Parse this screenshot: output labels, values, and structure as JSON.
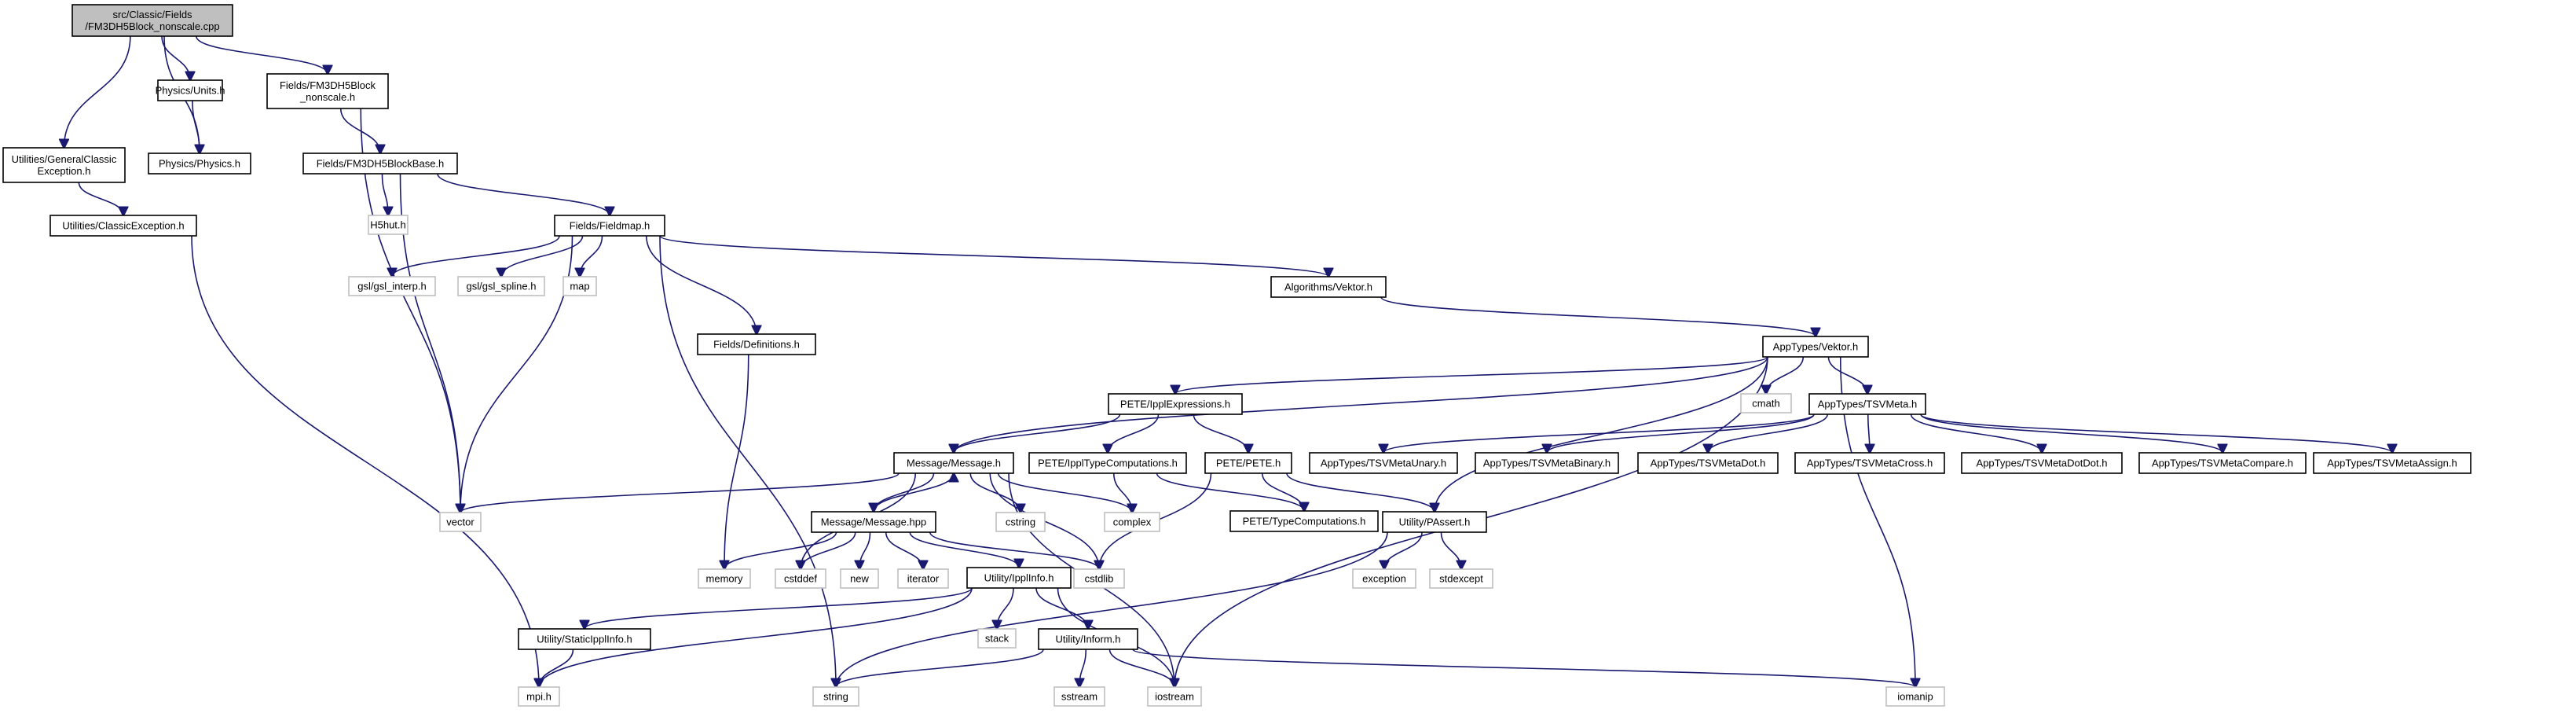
{
  "diagram_title": "",
  "colors": {
    "edge": "#191970",
    "node_border": "#000000",
    "external_border": "#bfbfbf",
    "root_fill": "#bfbfbf"
  },
  "nodes": [
    {
      "id": "root",
      "lines": [
        "src/Classic/Fields",
        "/FM3DH5Block_nonscale.cpp"
      ],
      "kind": "root"
    },
    {
      "id": "units",
      "lines": [
        "Physics/Units.h"
      ],
      "kind": "local"
    },
    {
      "id": "fmblock",
      "lines": [
        "Fields/FM3DH5Block",
        "_nonscale.h"
      ],
      "kind": "local"
    },
    {
      "id": "genexc",
      "lines": [
        "Utilities/GeneralClassic",
        "Exception.h"
      ],
      "kind": "local"
    },
    {
      "id": "physics",
      "lines": [
        "Physics/Physics.h"
      ],
      "kind": "local"
    },
    {
      "id": "fmbase",
      "lines": [
        "Fields/FM3DH5BlockBase.h"
      ],
      "kind": "local"
    },
    {
      "id": "classexc",
      "lines": [
        "Utilities/ClassicException.h"
      ],
      "kind": "local"
    },
    {
      "id": "h5hut",
      "lines": [
        "H5hut.h"
      ],
      "kind": "external"
    },
    {
      "id": "fieldmap",
      "lines": [
        "Fields/Fieldmap.h"
      ],
      "kind": "local"
    },
    {
      "id": "gslinterp",
      "lines": [
        "gsl/gsl_interp.h"
      ],
      "kind": "external"
    },
    {
      "id": "gslspline",
      "lines": [
        "gsl/gsl_spline.h"
      ],
      "kind": "external"
    },
    {
      "id": "map",
      "lines": [
        "map"
      ],
      "kind": "external"
    },
    {
      "id": "algvektor",
      "lines": [
        "Algorithms/Vektor.h"
      ],
      "kind": "local"
    },
    {
      "id": "defs",
      "lines": [
        "Fields/Definitions.h"
      ],
      "kind": "local"
    },
    {
      "id": "appvektor",
      "lines": [
        "AppTypes/Vektor.h"
      ],
      "kind": "local"
    },
    {
      "id": "ipplexpr",
      "lines": [
        "PETE/IpplExpressions.h"
      ],
      "kind": "local"
    },
    {
      "id": "cmath",
      "lines": [
        "cmath"
      ],
      "kind": "external"
    },
    {
      "id": "tsvmeta",
      "lines": [
        "AppTypes/TSVMeta.h"
      ],
      "kind": "local"
    },
    {
      "id": "message",
      "lines": [
        "Message/Message.h"
      ],
      "kind": "local"
    },
    {
      "id": "ippltype",
      "lines": [
        "PETE/IpplTypeComputations.h"
      ],
      "kind": "local"
    },
    {
      "id": "pete",
      "lines": [
        "PETE/PETE.h"
      ],
      "kind": "local"
    },
    {
      "id": "tsvunary",
      "lines": [
        "AppTypes/TSVMetaUnary.h"
      ],
      "kind": "local"
    },
    {
      "id": "tsvbinary",
      "lines": [
        "AppTypes/TSVMetaBinary.h"
      ],
      "kind": "local"
    },
    {
      "id": "tsvdot",
      "lines": [
        "AppTypes/TSVMetaDot.h"
      ],
      "kind": "local"
    },
    {
      "id": "tsvcross",
      "lines": [
        "AppTypes/TSVMetaCross.h"
      ],
      "kind": "local"
    },
    {
      "id": "tsvdotdot",
      "lines": [
        "AppTypes/TSVMetaDotDot.h"
      ],
      "kind": "local"
    },
    {
      "id": "tsvcompare",
      "lines": [
        "AppTypes/TSVMetaCompare.h"
      ],
      "kind": "local"
    },
    {
      "id": "tsvassign",
      "lines": [
        "AppTypes/TSVMetaAssign.h"
      ],
      "kind": "local"
    },
    {
      "id": "vector",
      "lines": [
        "vector"
      ],
      "kind": "external"
    },
    {
      "id": "messagehpp",
      "lines": [
        "Message/Message.hpp"
      ],
      "kind": "local"
    },
    {
      "id": "cstring",
      "lines": [
        "cstring"
      ],
      "kind": "external"
    },
    {
      "id": "complex",
      "lines": [
        "complex"
      ],
      "kind": "external"
    },
    {
      "id": "typecomp",
      "lines": [
        "PETE/TypeComputations.h"
      ],
      "kind": "local"
    },
    {
      "id": "passert",
      "lines": [
        "Utility/PAssert.h"
      ],
      "kind": "local"
    },
    {
      "id": "memory",
      "lines": [
        "memory"
      ],
      "kind": "external"
    },
    {
      "id": "cstddef",
      "lines": [
        "cstddef"
      ],
      "kind": "external"
    },
    {
      "id": "new",
      "lines": [
        "new"
      ],
      "kind": "external"
    },
    {
      "id": "iterator",
      "lines": [
        "iterator"
      ],
      "kind": "external"
    },
    {
      "id": "cstdlib",
      "lines": [
        "cstdlib"
      ],
      "kind": "external"
    },
    {
      "id": "ipplinfo",
      "lines": [
        "Utility/IpplInfo.h"
      ],
      "kind": "local"
    },
    {
      "id": "exception",
      "lines": [
        "exception"
      ],
      "kind": "external"
    },
    {
      "id": "stdexcept",
      "lines": [
        "stdexcept"
      ],
      "kind": "external"
    },
    {
      "id": "staticippl",
      "lines": [
        "Utility/StaticIpplInfo.h"
      ],
      "kind": "local"
    },
    {
      "id": "stack",
      "lines": [
        "stack"
      ],
      "kind": "external"
    },
    {
      "id": "inform",
      "lines": [
        "Utility/Inform.h"
      ],
      "kind": "local"
    },
    {
      "id": "mpi",
      "lines": [
        "mpi.h"
      ],
      "kind": "external"
    },
    {
      "id": "string",
      "lines": [
        "string"
      ],
      "kind": "external"
    },
    {
      "id": "sstream",
      "lines": [
        "sstream"
      ],
      "kind": "external"
    },
    {
      "id": "iostream",
      "lines": [
        "iostream"
      ],
      "kind": "external"
    },
    {
      "id": "iomanip",
      "lines": [
        "iomanip"
      ],
      "kind": "external"
    }
  ],
  "edges": [
    [
      "root",
      "units"
    ],
    [
      "root",
      "fmblock"
    ],
    [
      "root",
      "genexc"
    ],
    [
      "root",
      "physics"
    ],
    [
      "units",
      "physics"
    ],
    [
      "fmblock",
      "fmbase"
    ],
    [
      "fmblock",
      "vector"
    ],
    [
      "genexc",
      "classexc"
    ],
    [
      "classexc",
      "mpi"
    ],
    [
      "fmbase",
      "h5hut"
    ],
    [
      "fmbase",
      "fieldmap"
    ],
    [
      "fmbase",
      "vector"
    ],
    [
      "fieldmap",
      "gslinterp"
    ],
    [
      "fieldmap",
      "gslspline"
    ],
    [
      "fieldmap",
      "map"
    ],
    [
      "fieldmap",
      "algvektor"
    ],
    [
      "fieldmap",
      "defs"
    ],
    [
      "fieldmap",
      "vector"
    ],
    [
      "fieldmap",
      "string"
    ],
    [
      "algvektor",
      "appvektor"
    ],
    [
      "defs",
      "memory"
    ],
    [
      "appvektor",
      "ipplexpr"
    ],
    [
      "appvektor",
      "cmath"
    ],
    [
      "appvektor",
      "tsvmeta"
    ],
    [
      "appvektor",
      "message"
    ],
    [
      "appvektor",
      "passert"
    ],
    [
      "appvektor",
      "iostream"
    ],
    [
      "appvektor",
      "iomanip"
    ],
    [
      "ipplexpr",
      "message"
    ],
    [
      "ipplexpr",
      "ippltype"
    ],
    [
      "ipplexpr",
      "pete"
    ],
    [
      "tsvmeta",
      "tsvunary"
    ],
    [
      "tsvmeta",
      "tsvbinary"
    ],
    [
      "tsvmeta",
      "tsvdot"
    ],
    [
      "tsvmeta",
      "tsvcross"
    ],
    [
      "tsvmeta",
      "tsvdotdot"
    ],
    [
      "tsvmeta",
      "tsvcompare"
    ],
    [
      "tsvmeta",
      "tsvassign"
    ],
    [
      "message",
      "vector"
    ],
    [
      "message",
      "messagehpp"
    ],
    [
      "message",
      "cstring"
    ],
    [
      "message",
      "complex"
    ],
    [
      "message",
      "cstddef"
    ],
    [
      "message",
      "cstdlib"
    ],
    [
      "message",
      "iostream"
    ],
    [
      "messagehpp",
      "message"
    ],
    [
      "messagehpp",
      "memory"
    ],
    [
      "messagehpp",
      "cstddef"
    ],
    [
      "messagehpp",
      "new"
    ],
    [
      "messagehpp",
      "iterator"
    ],
    [
      "messagehpp",
      "cstdlib"
    ],
    [
      "messagehpp",
      "ipplinfo"
    ],
    [
      "ippltype",
      "complex"
    ],
    [
      "ippltype",
      "typecomp"
    ],
    [
      "pete",
      "typecomp"
    ],
    [
      "pete",
      "passert"
    ],
    [
      "pete",
      "cstdlib"
    ],
    [
      "passert",
      "exception"
    ],
    [
      "passert",
      "stdexcept"
    ],
    [
      "passert",
      "string"
    ],
    [
      "ipplinfo",
      "staticippl"
    ],
    [
      "ipplinfo",
      "stack"
    ],
    [
      "ipplinfo",
      "inform"
    ],
    [
      "ipplinfo",
      "mpi"
    ],
    [
      "ipplinfo",
      "iostream"
    ],
    [
      "staticippl",
      "mpi"
    ],
    [
      "inform",
      "string"
    ],
    [
      "inform",
      "sstream"
    ],
    [
      "inform",
      "iostream"
    ],
    [
      "inform",
      "iomanip"
    ]
  ]
}
